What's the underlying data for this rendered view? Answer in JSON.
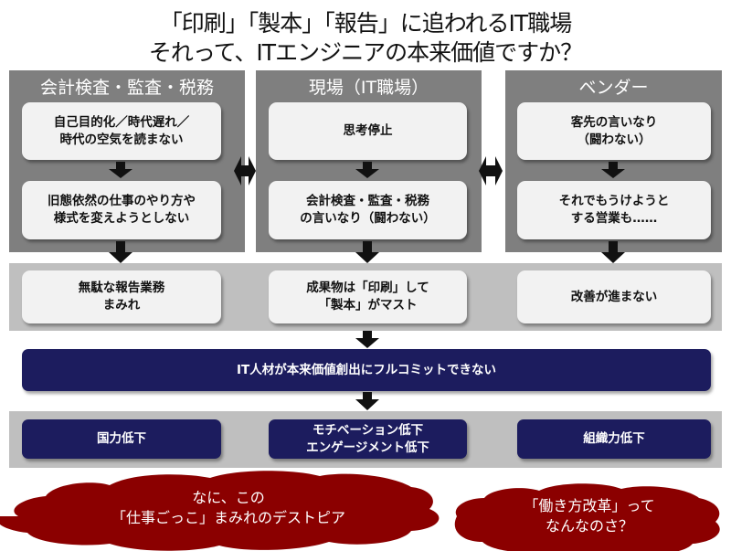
{
  "title": {
    "line1": "「印刷」「製本」「報告」に追われるIT職場",
    "line2": "それって、ITエンジニアの本来価値ですか？"
  },
  "columns": [
    {
      "header": "会計検査・監査・税務",
      "boxes": [
        "自己目的化／時代遅れ／\n時代の空気を読まない",
        "旧態依然の仕事のやり方や\n様式を変えようとしない"
      ]
    },
    {
      "header": "現場（IT職場）",
      "boxes": [
        "思考停止",
        "会計検査・監査・税務\nの言いなり（闘わない）"
      ]
    },
    {
      "header": "ベンダー",
      "boxes": [
        "客先の言いなり\n（闘わない）",
        "それでもうけようと\nする営業も……"
      ]
    }
  ],
  "results": [
    "無駄な報告業務\nまみれ",
    "成果物は「印刷」して\n「製本」がマスト",
    "改善が進まない"
  ],
  "core": "IT人材が本来価値創出にフルコミットできない",
  "impacts": [
    "国力低下",
    "モチベーション低下\nエンゲージメント低下",
    "組織力低下"
  ],
  "clouds": [
    "なに、この\n「仕事ごっこ」まみれのデストピア",
    "「働き方改革」って\nなんなのさ？"
  ],
  "colors": {
    "panel": "#7f7f7f",
    "band": "#bfbfbf",
    "navy": "#1c1c5e",
    "cloud": "#8b0000"
  }
}
